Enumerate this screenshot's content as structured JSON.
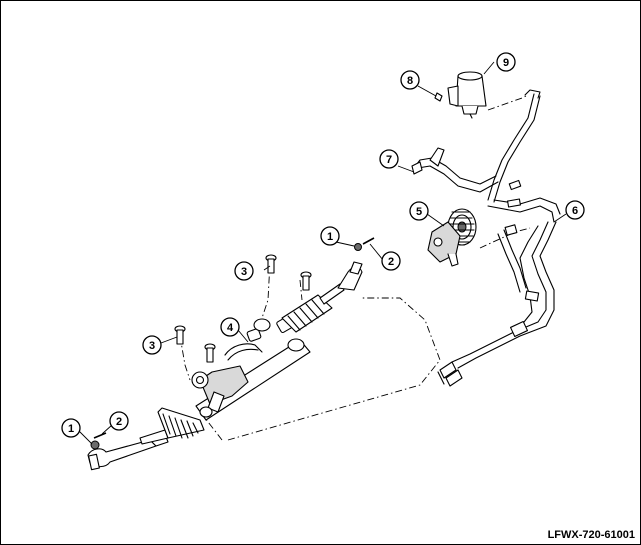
{
  "callouts": [
    {
      "id": "1a",
      "label": "1"
    },
    {
      "id": "2a",
      "label": "2"
    },
    {
      "id": "3a",
      "label": "3"
    },
    {
      "id": "3b",
      "label": "3"
    },
    {
      "id": "4",
      "label": "4"
    },
    {
      "id": "1b",
      "label": "1"
    },
    {
      "id": "2b",
      "label": "2"
    },
    {
      "id": "5",
      "label": "5"
    },
    {
      "id": "6",
      "label": "6"
    },
    {
      "id": "7",
      "label": "7"
    },
    {
      "id": "8",
      "label": "8"
    },
    {
      "id": "9",
      "label": "9"
    }
  ],
  "reference_code": "LFWX-720-61001"
}
